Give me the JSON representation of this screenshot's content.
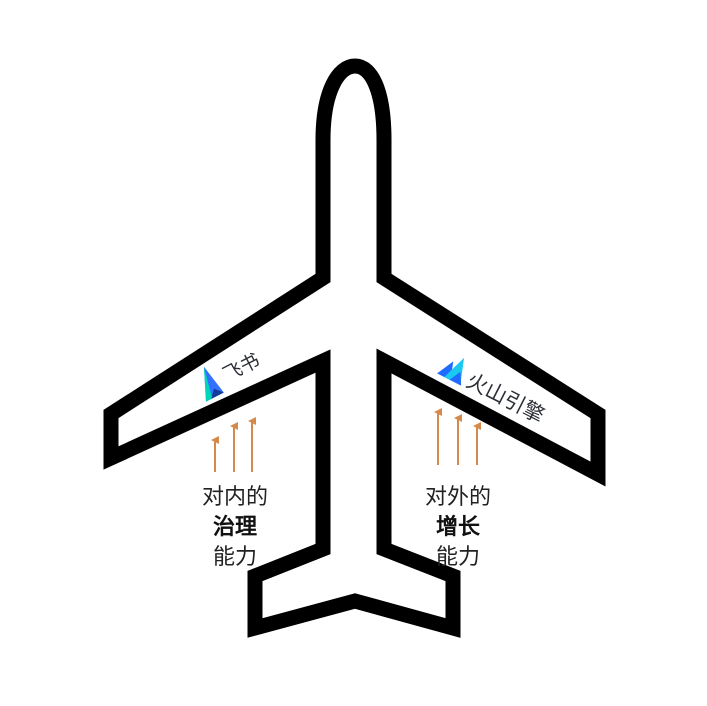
{
  "brands": {
    "left_wing": {
      "name": "飞书",
      "icon": "feishu-logo-icon"
    },
    "right_wing": {
      "name": "火山引擎",
      "icon": "volcano-engine-logo-icon"
    }
  },
  "captions": {
    "left": {
      "line1": "对内的",
      "line2": "治理",
      "line3": "能力"
    },
    "right": {
      "line1": "对外的",
      "line2": "增长",
      "line3": "能力"
    }
  },
  "colors": {
    "outline": "#000000",
    "arrow": "#d58a4b",
    "text": "#222222",
    "feishu_blue": "#3370ff",
    "feishu_teal": "#00d6b9",
    "volcano_blue": "#1f6bff",
    "volcano_cyan": "#19c9f0"
  }
}
